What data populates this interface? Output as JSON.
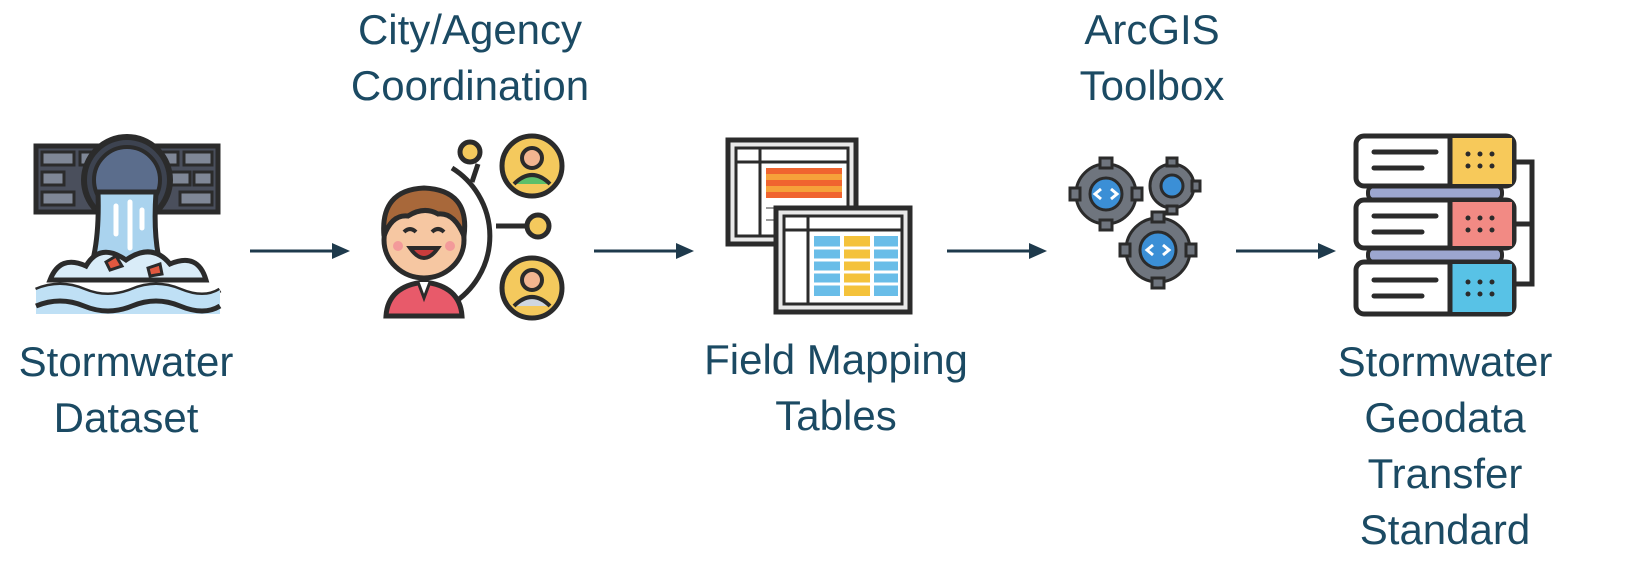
{
  "steps": [
    {
      "id": "stormwater-dataset",
      "label_lines": [
        "Stormwater",
        "Dataset"
      ],
      "icon": "pipe-outfall-icon"
    },
    {
      "id": "city-agency-coordination",
      "label_lines": [
        "City/Agency",
        "Coordination"
      ],
      "icon": "people-network-icon"
    },
    {
      "id": "field-mapping-tables",
      "label_lines": [
        "Field Mapping",
        "Tables"
      ],
      "icon": "spreadsheet-tables-icon"
    },
    {
      "id": "arcgis-toolbox",
      "label_lines": [
        "ArcGIS",
        "Toolbox"
      ],
      "icon": "gears-code-icon"
    },
    {
      "id": "stormwater-geodata-transfer-standard",
      "label_lines": [
        "Stormwater",
        "Geodata",
        "Transfer",
        "Standard"
      ],
      "icon": "server-stack-icon"
    }
  ],
  "colors": {
    "text": "#1b4a63",
    "arrow": "#1e3a4c",
    "outline": "#2b2b2b"
  }
}
